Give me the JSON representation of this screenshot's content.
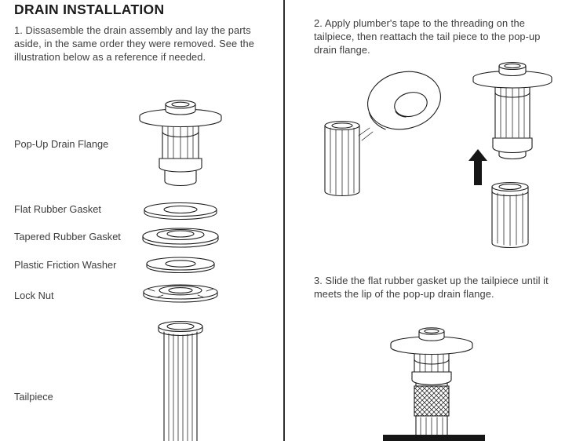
{
  "title": "DRAIN INSTALLATION",
  "steps": [
    {
      "lines": [
        "1.  Dissasemble the drain assembly and lay the parts",
        "aside, in the same order they were removed. See the",
        "illustration below as a reference if needed."
      ]
    },
    {
      "lines": [
        "2.  Apply plumber's tape to the threading on the",
        "tailpiece, then reattach the tail piece to the pop-up",
        "drain flange."
      ]
    },
    {
      "lines": [
        "3.  Slide the flat rubber gasket up the tailpiece until it",
        "meets the lip of the pop-up drain flange."
      ]
    }
  ],
  "part_labels": [
    "Pop-Up Drain Flange",
    "Flat Rubber Gasket",
    "Tapered Rubber Gasket",
    "Plastic Friction Washer",
    "Lock Nut",
    "Tailpiece"
  ],
  "illustrations": [
    "exploded-drain-assembly",
    "plumbers-tape-roll-tailpiece-and-flange-with-up-arrow",
    "assembled-pop-up-drain-flange-with-tailpiece"
  ],
  "colors": {
    "heading": "#1b1b1b",
    "text": "#3c3c3c",
    "line_art": "#1c1c1c",
    "divider": "#2e2e2e",
    "background": "#ffffff"
  }
}
